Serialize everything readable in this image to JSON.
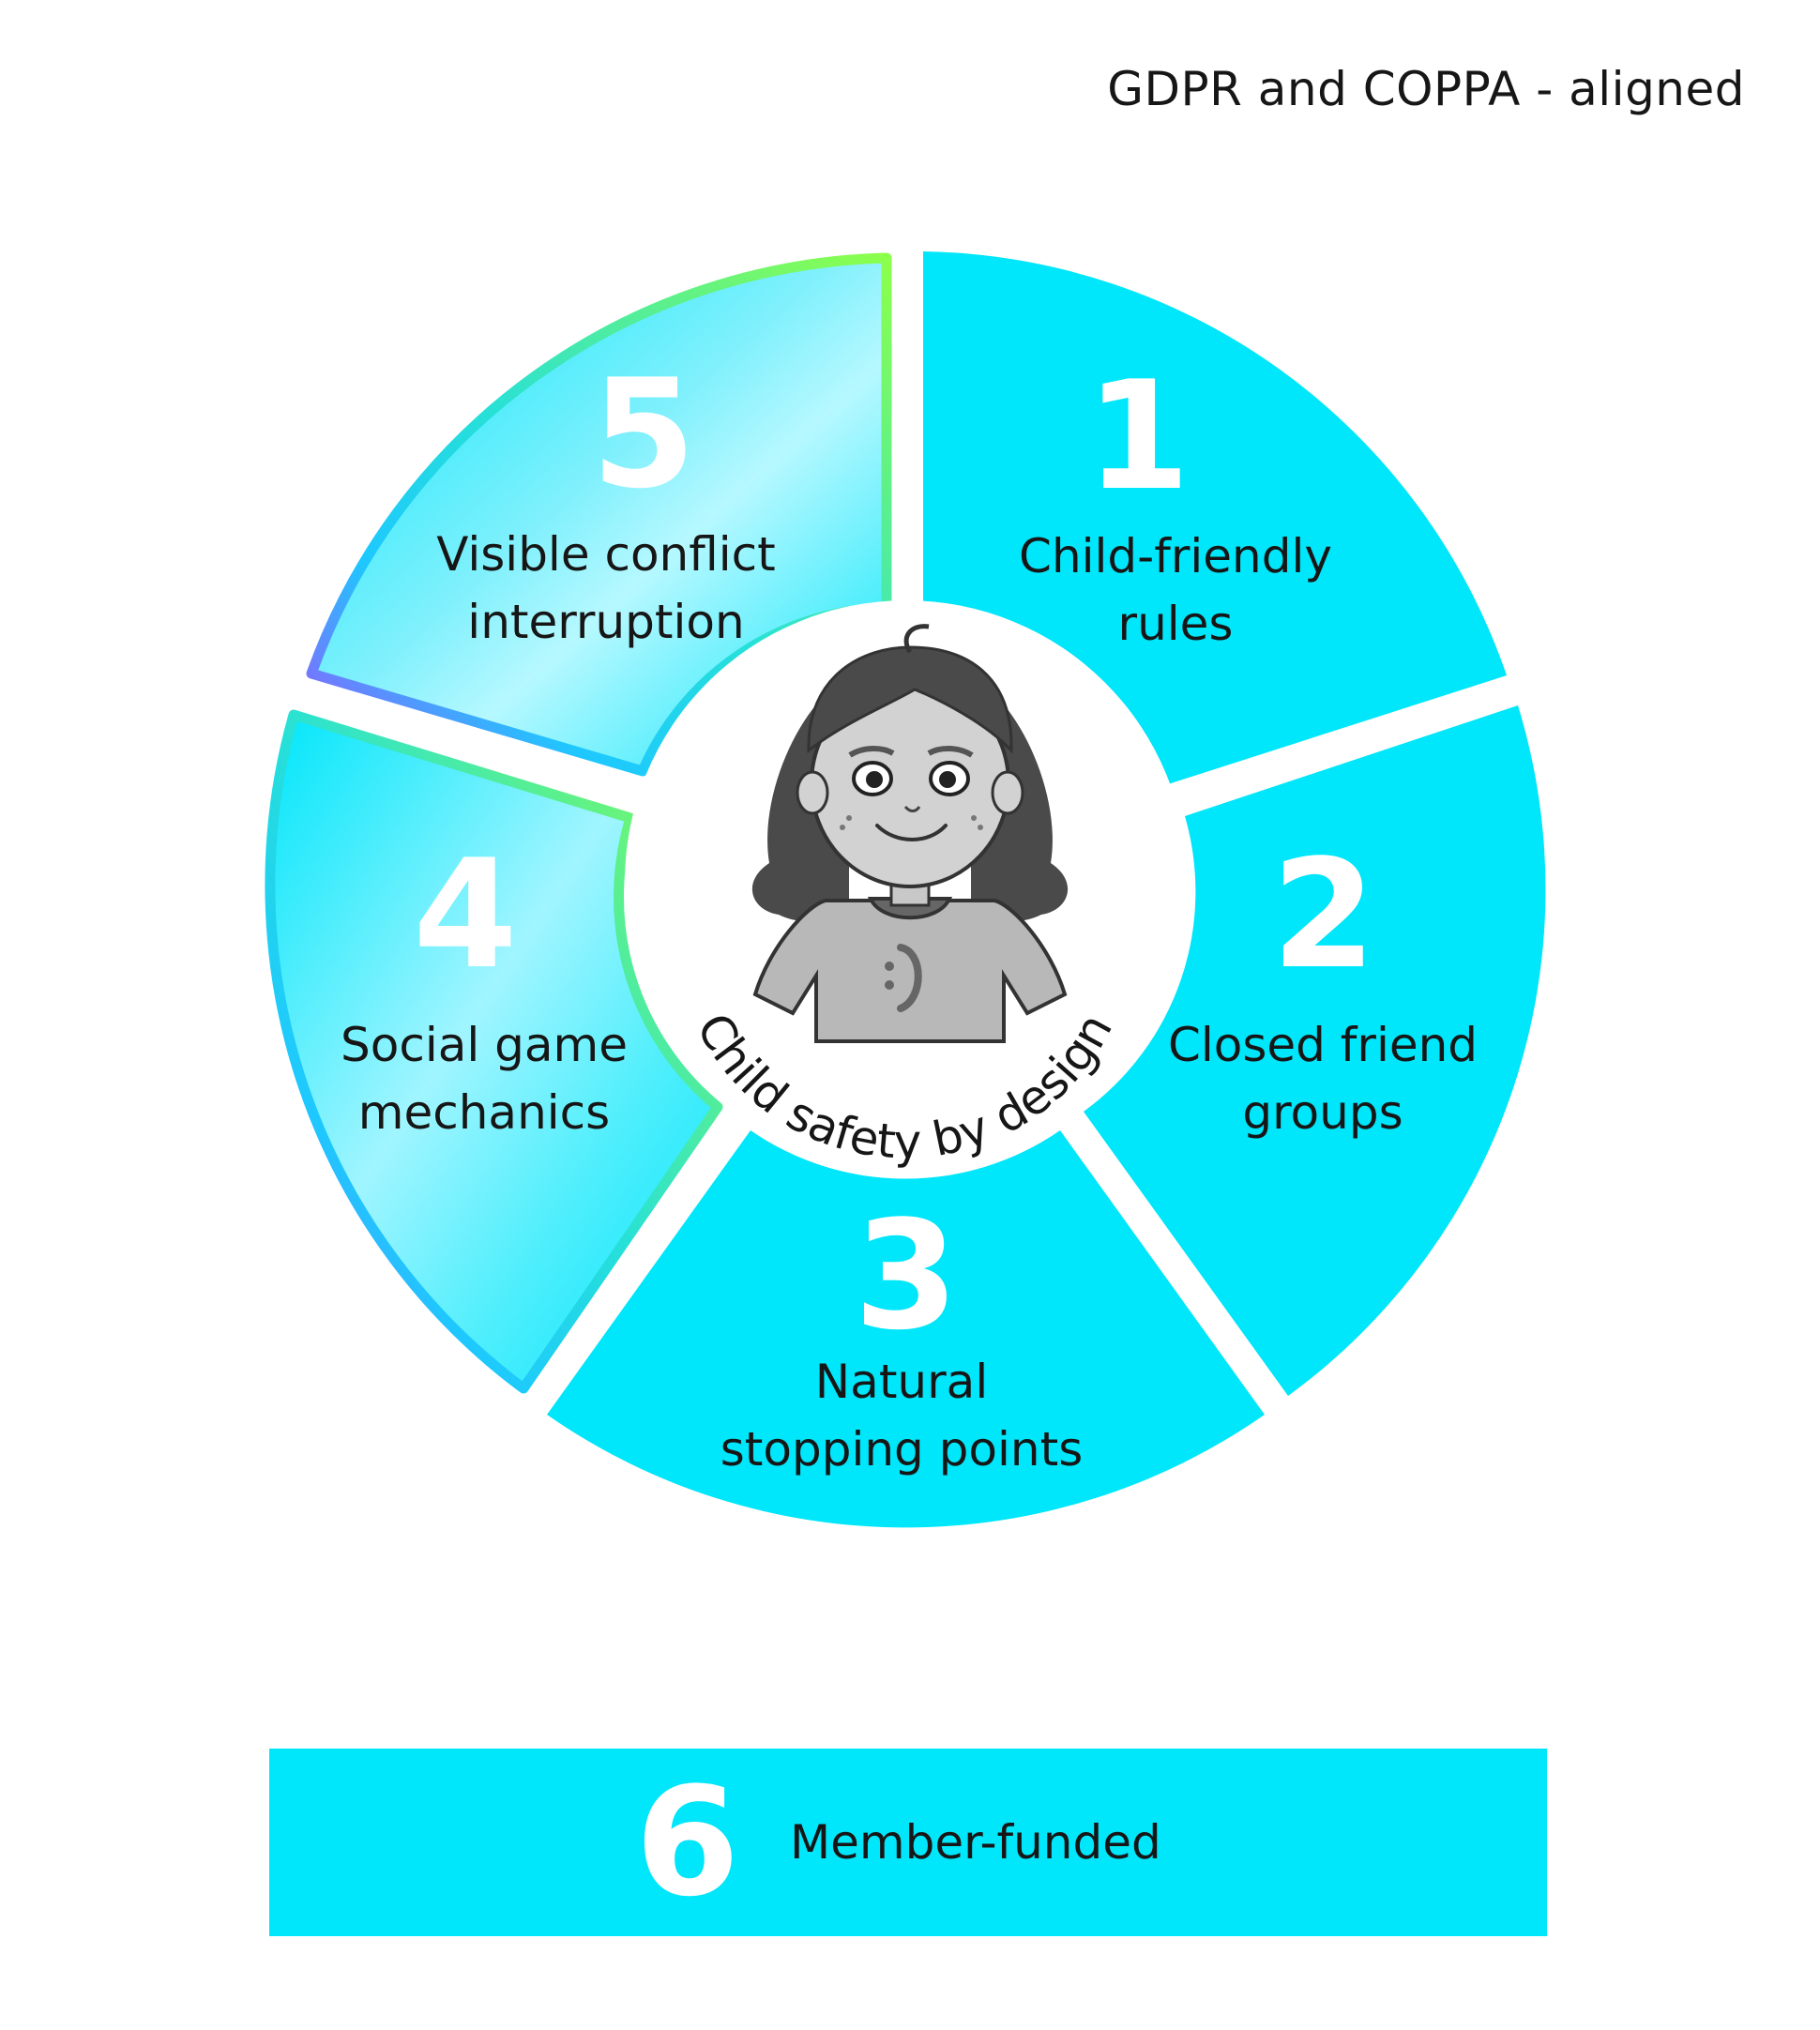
{
  "header": {
    "compliance_note": "GDPR and COPPA - aligned"
  },
  "center": {
    "title": "Child safety by design",
    "illustration": "cartoon girl with smiley-face t-shirt"
  },
  "segments": [
    {
      "number": "1",
      "line1": "Child-friendly",
      "line2": "rules"
    },
    {
      "number": "2",
      "line1": "Closed friend",
      "line2": "groups"
    },
    {
      "number": "3",
      "line1": "Natural",
      "line2": "stopping points"
    },
    {
      "number": "4",
      "line1": "Social game",
      "line2": "mechanics"
    },
    {
      "number": "5",
      "line1": "Visible conflict",
      "line2": "interruption"
    }
  ],
  "footer": {
    "number": "6",
    "label": "Member-funded"
  },
  "colors": {
    "segment_fill": "#00e6fa",
    "highlight_fill_light": "#a8f6ff",
    "highlight_border_start": "#8cff4a",
    "highlight_border_end": "#a24cff",
    "text": "#161616",
    "number": "#ffffff"
  }
}
